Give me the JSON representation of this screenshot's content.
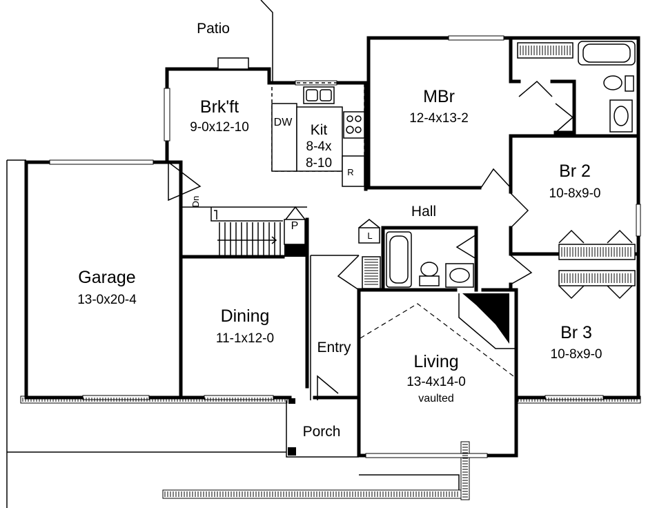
{
  "rooms": {
    "patio": {
      "name": "Patio"
    },
    "breakfast": {
      "name": "Brk'ft",
      "size": "9-0x12-10"
    },
    "kitchen": {
      "name": "Kit",
      "size_line1": "8-4x",
      "size_line2": "8-10"
    },
    "master_bedroom": {
      "name": "MBr",
      "size": "12-4x13-2"
    },
    "bedroom2": {
      "name": "Br 2",
      "size": "10-8x9-0"
    },
    "bedroom3": {
      "name": "Br 3",
      "size": "10-8x9-0"
    },
    "hall": {
      "name": "Hall"
    },
    "garage": {
      "name": "Garage",
      "size": "13-0x20-4"
    },
    "dining": {
      "name": "Dining",
      "size": "11-1x12-0"
    },
    "entry": {
      "name": "Entry"
    },
    "living": {
      "name": "Living",
      "size": "13-4x14-0",
      "note": "vaulted"
    },
    "porch": {
      "name": "Porch"
    }
  },
  "fixtures": {
    "dishwasher": "DW",
    "refrigerator": "R",
    "pantry": "P",
    "linen": "L",
    "stair_down": "Dn"
  }
}
